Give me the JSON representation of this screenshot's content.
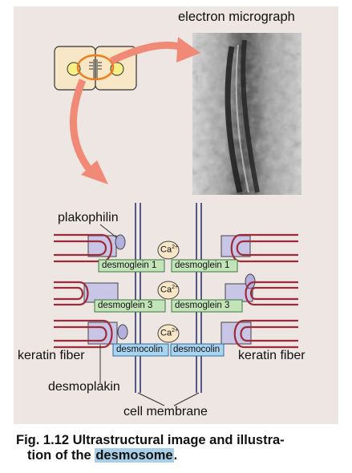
{
  "labels": {
    "electron_micrograph": "electron micrograph",
    "plakophilin": "plakophilin",
    "keratin_fiber_left": "keratin fiber",
    "keratin_fiber_right": "keratin fiber",
    "desmoplakin": "desmoplakin",
    "cell_membrane": "cell membrane",
    "desmoglein1_left": "desmoglein 1",
    "desmoglein1_right": "desmoglein 1",
    "desmoglein3_left": "desmoglein 3",
    "desmoglein3_right": "desmoglein 3",
    "desmocolin_left": "desmocolin",
    "desmocolin_right": "desmocolin",
    "ca_base": "Ca",
    "ca_sup": "2+"
  },
  "caption": {
    "line1": "Fig. 1.12 Ultrastructural image and illustra-",
    "line2_pre": "tion of the ",
    "line2_highlight": "desmosome",
    "line2_post": "."
  },
  "colors": {
    "background": "#ede6e3",
    "cell": "#f7e7c7",
    "nucleus": "#f6ef86",
    "arrow": "#f08a76",
    "membrane": "#2e3570",
    "plaque": "#c8c5e6",
    "keratin": "#9e2a3a",
    "desmoglein": "#c3e4b9",
    "desmocolin": "#a9d4ef",
    "highlight": "#a8cfe8"
  }
}
